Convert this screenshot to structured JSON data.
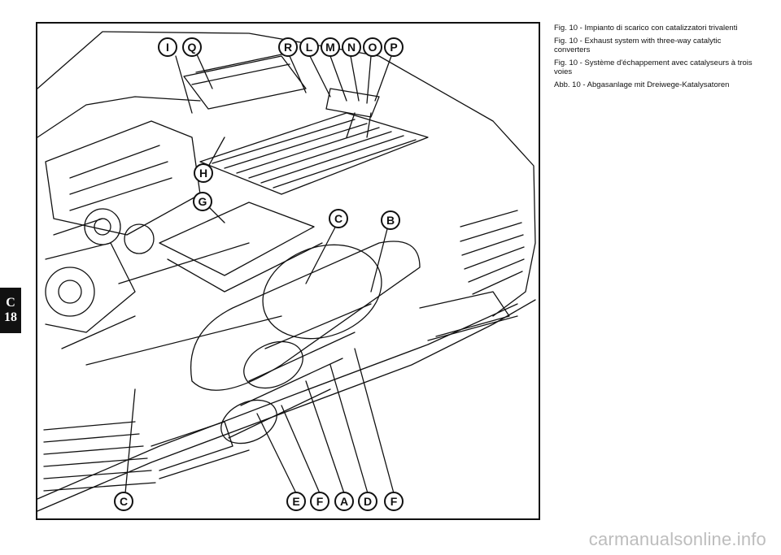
{
  "figure": {
    "callouts": [
      "I",
      "Q",
      "R",
      "L",
      "M",
      "N",
      "O",
      "P",
      "H",
      "G",
      "C",
      "B",
      "C",
      "E",
      "F",
      "A",
      "D",
      "F"
    ]
  },
  "captions": [
    "Fig. 10 - Impianto di scarico con catalizzatori trivalenti",
    "Fig. 10 - Exhaust system with three-way catalytic converters",
    "Fig. 10 - Système d'échappement avec catalyseurs à trois voies",
    "Abb. 10 - Abgasanlage mit Dreiwege-Katalysatoren"
  ],
  "side_tab": {
    "section": "C",
    "page": "18"
  },
  "watermark": "carmanualsonline.info",
  "colors": {
    "ink": "#111111",
    "tab": "#111111",
    "watermark": "#bdbdbd"
  }
}
